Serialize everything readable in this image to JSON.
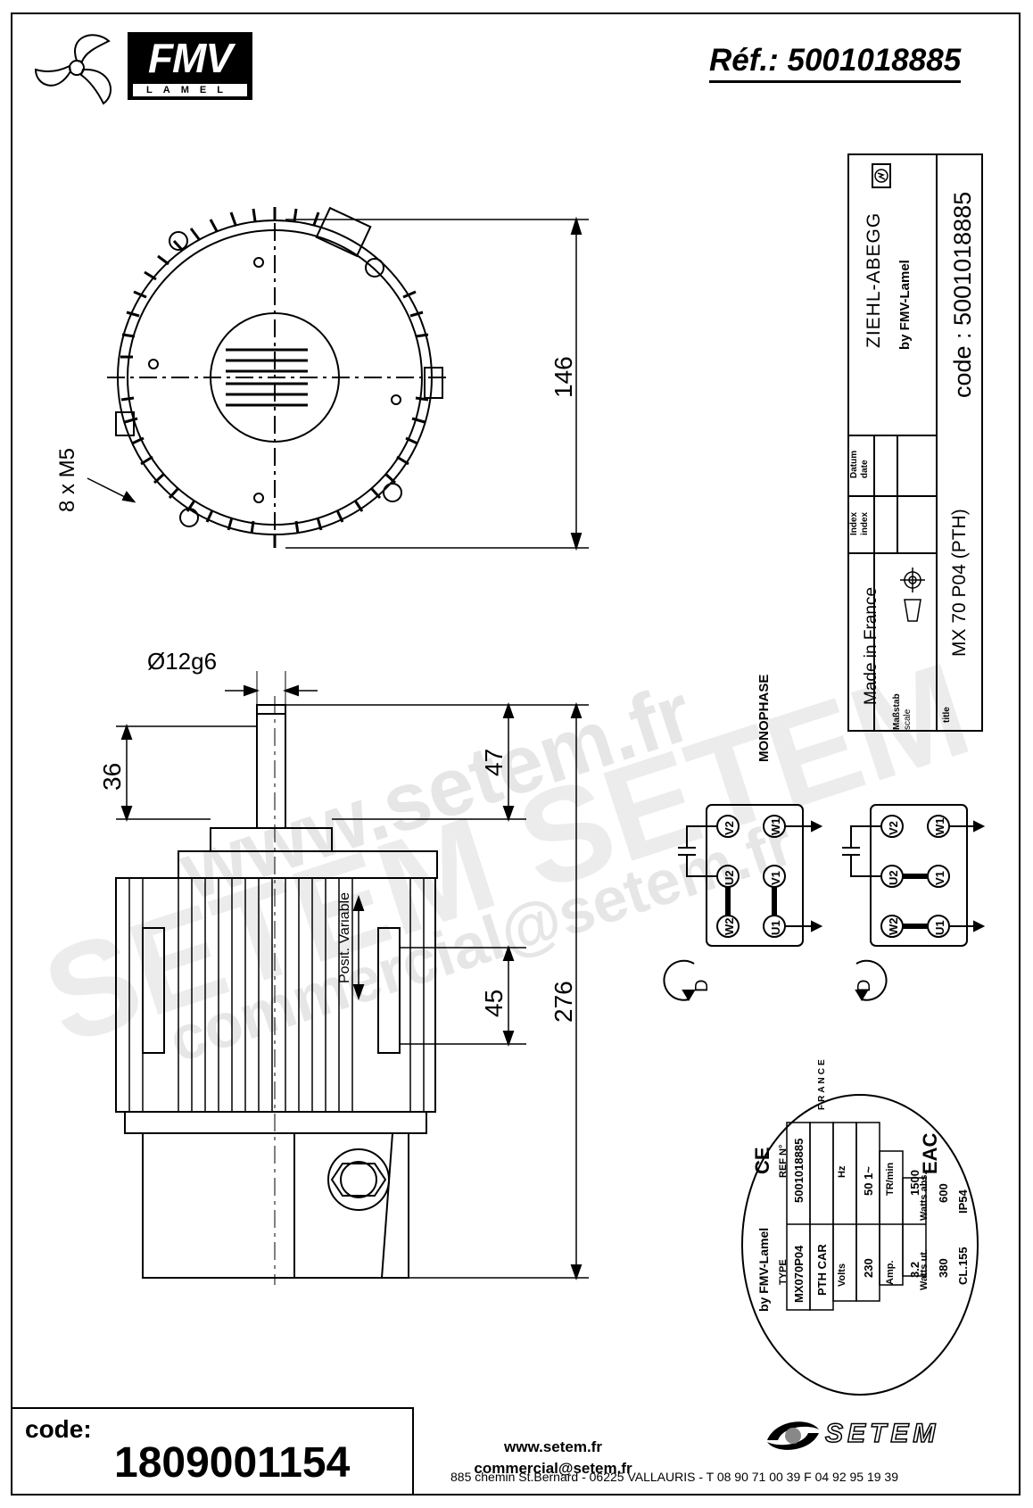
{
  "header": {
    "reference": "Réf.: 5001018885",
    "logo_main": "FMV",
    "logo_sub": "LAMEL"
  },
  "drawing": {
    "bolt_label": "8 x M5",
    "dim_diameter_146": "146",
    "shaft_diameter": "Ø12g6",
    "dim_36": "36",
    "dim_47": "47",
    "dim_45": "45",
    "dim_276": "276",
    "posit_variable": "Posit. Variable"
  },
  "titleblock": {
    "brand": "ZIEHL-ABEGG",
    "by": "by FMV-Lamel",
    "code": "code : 5001018885",
    "datum": "Datum",
    "date": "date",
    "index_de": "Index",
    "index_en": "index",
    "made_in": "Made in France",
    "massstab": "Maßstab",
    "scale": "scale",
    "title_label": "title",
    "model": "MX 70 P04   (PTH)"
  },
  "wiring": {
    "phase": "MONOPHASE",
    "diagram1": [
      "V2",
      "W1",
      "U2",
      "V1",
      "W2",
      "U1"
    ],
    "diagram2": [
      "V2",
      "W1",
      "U2",
      "V1",
      "W2",
      "U1"
    ],
    "rot_letter": "D"
  },
  "nameplate": {
    "by": "by FMV-Lamel",
    "ce": "CE",
    "type_label": "TYPE",
    "type_value": "MX070P04",
    "ref_label": "REF N°",
    "ref_value": "5001018885",
    "model": "PTH CAR",
    "volts_label": "Volts",
    "volts": "230",
    "hz_label": "Hz",
    "hz": "50  1~",
    "amp_label": "Amp.",
    "amp": "3.2",
    "trmin_label": "TR/min",
    "trmin": "1500",
    "watts_ut_label": "Watts ut.",
    "watts_ut": "380",
    "watts_abs_label": "Watts abs.",
    "watts_abs": "600",
    "class": "CL.155",
    "ip": "IP54",
    "country": "FRANCE",
    "eac": "EAC"
  },
  "footer": {
    "code_label": "code:",
    "code_value": "1809001154",
    "website": "www.setem.fr",
    "email": "commercial@setem.fr",
    "address": "885 chemin St.Bernard  -  06225 VALLAURIS  -  T 08 90 71 00 39   F 04 92 95 19 39",
    "company": "SETEM"
  },
  "watermark": {
    "line1": "www.setem.fr",
    "line2": "SETEM SETEM",
    "line3": "commercial@setem.fr"
  }
}
